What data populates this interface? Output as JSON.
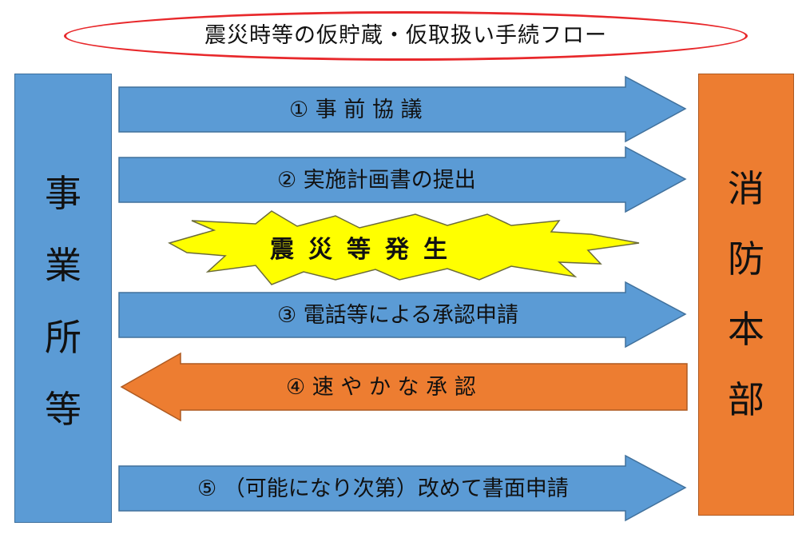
{
  "title": "震災時等の仮貯蔵・仮取扱い手続フロー",
  "left_party": {
    "chars": [
      "事",
      "業",
      "所",
      "等"
    ]
  },
  "right_party": {
    "chars": [
      "消",
      "防",
      "本",
      "部"
    ]
  },
  "steps": [
    {
      "label": "① 事 前 協 議",
      "direction": "right",
      "color": "#5b9bd5"
    },
    {
      "label": "② 実施計画書の提出",
      "direction": "right",
      "color": "#5b9bd5"
    },
    {
      "label": "③ 電話等による承認申請",
      "direction": "right",
      "color": "#5b9bd5"
    },
    {
      "label": "④ 速 や か な 承 認",
      "direction": "left",
      "color": "#ed7d31"
    },
    {
      "label": "⑤ （可能になり次第）改めて書面申請",
      "direction": "right",
      "color": "#5b9bd5"
    }
  ],
  "event": {
    "label": "震災等発生",
    "color": "#ffff00"
  }
}
